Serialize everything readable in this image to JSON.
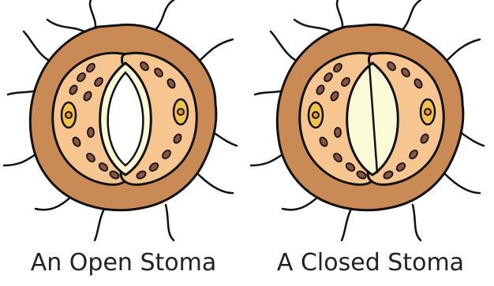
{
  "captions": {
    "open": "An Open Stoma",
    "closed": "A Closed Stoma"
  },
  "colors": {
    "outer_cell": "#c98a55",
    "guard_cell": "#f7c590",
    "inner_cell": "#fbe3c2",
    "pore_fill": "#fbfbd8",
    "pore_open": "#ffffff",
    "chloroplast": "#8a5540",
    "nucleus_outer": "#f2c250",
    "nucleus_inner": "#e89a2a",
    "outline": "#111111"
  },
  "stomata": [
    {
      "id": "open",
      "state": "open"
    },
    {
      "id": "closed",
      "state": "closed"
    }
  ]
}
